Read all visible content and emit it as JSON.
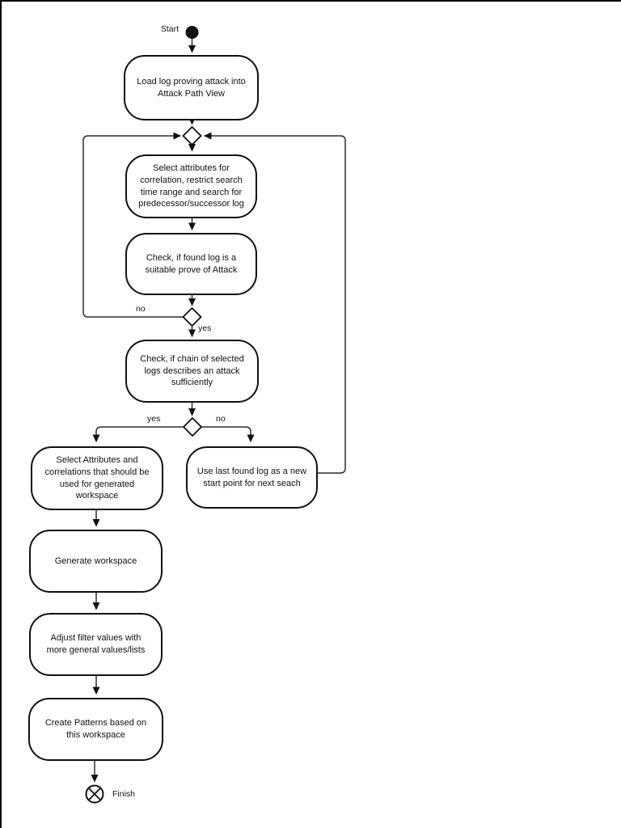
{
  "page": {
    "background": "#ffffff",
    "border_color": "#000000"
  },
  "diagram": {
    "kind": "uml-activity-flowchart",
    "stroke_color": "#1a1a1a",
    "node_fill": "#ffffff",
    "start_label": "Start",
    "finish_label": "Finish",
    "labels": {
      "d2_no": "no",
      "d2_yes": "yes",
      "d3_yes": "yes",
      "d3_no": "no"
    },
    "nodes": [
      {
        "id": "load-log",
        "text": "Load log proving attack into\nAttack Path View"
      },
      {
        "id": "select-attributes-correlation",
        "text": "Select attributes for\ncorrelation, restrict search\ntime range and search for\npredecessor/successor log"
      },
      {
        "id": "check-found-log",
        "text": "Check, if found log is a\nsuitable prove of Attack"
      },
      {
        "id": "check-chain",
        "text": "Check, if chain of selected\nlogs describes an attack\nsufficiently"
      },
      {
        "id": "select-attributes-workspace",
        "text": "Select Attributes and\ncorrelations that should be\nused for generated\nworkspace"
      },
      {
        "id": "use-last-found-log",
        "text": "Use last found log as a new\nstart point for next seach"
      },
      {
        "id": "generate-workspace",
        "text": "Generate workspace"
      },
      {
        "id": "adjust-filter-values",
        "text": "Adjust filter values with\nmore general values/lists"
      },
      {
        "id": "create-patterns",
        "text": "Create Patterns based on\nthis workspace"
      }
    ],
    "edges": [
      {
        "from": "start",
        "to": "load-log"
      },
      {
        "from": "load-log",
        "to": "merge-point"
      },
      {
        "from": "merge-point",
        "to": "select-attributes-correlation"
      },
      {
        "from": "select-attributes-correlation",
        "to": "check-found-log"
      },
      {
        "from": "check-found-log",
        "to": "decision-suitable-prove"
      },
      {
        "from": "decision-suitable-prove",
        "to": "merge-point",
        "label": "no"
      },
      {
        "from": "decision-suitable-prove",
        "to": "check-chain",
        "label": "yes"
      },
      {
        "from": "check-chain",
        "to": "decision-chain-sufficient"
      },
      {
        "from": "decision-chain-sufficient",
        "to": "select-attributes-workspace",
        "label": "yes"
      },
      {
        "from": "decision-chain-sufficient",
        "to": "use-last-found-log",
        "label": "no"
      },
      {
        "from": "use-last-found-log",
        "to": "merge-point"
      },
      {
        "from": "select-attributes-workspace",
        "to": "generate-workspace"
      },
      {
        "from": "generate-workspace",
        "to": "adjust-filter-values"
      },
      {
        "from": "adjust-filter-values",
        "to": "create-patterns"
      },
      {
        "from": "create-patterns",
        "to": "finish"
      }
    ]
  }
}
